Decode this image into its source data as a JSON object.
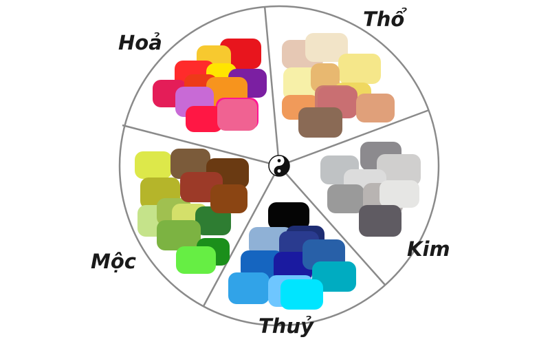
{
  "segments": [
    {
      "label": "Hoả",
      "swatches": [
        "#e8151d",
        "#f7c92f",
        "#ff2b2b",
        "#ffe500",
        "#e41d58",
        "#ed3a18",
        "#7b1fa2",
        "#f7941d",
        "#c86ad6",
        "#ff1493",
        "#ff1744",
        "#f06292"
      ]
    },
    {
      "label": "Thổ",
      "swatches": [
        "#e6c8b4",
        "#f2e4c8",
        "#f7f0a8",
        "#f5e78a",
        "#e8b870",
        "#efd860",
        "#f09a5a",
        "#c97a70",
        "#c96f72",
        "#e0a07a",
        "#8a6a55"
      ]
    },
    {
      "label": "Kim",
      "swatches": [
        "#8c8a8e",
        "#bfc2c4",
        "#d0cfce",
        "#dcdcdc",
        "#9a9a9a",
        "#b8b4b2",
        "#e6e6e4",
        "#5f5b62"
      ]
    },
    {
      "label": "Thuỷ",
      "swatches": [
        "#050505",
        "#8fb1d6",
        "#1e2d73",
        "#2a3b8f",
        "#1565c0",
        "#1a1aa0",
        "#2860a8",
        "#31a3e8",
        "#6ec6ff",
        "#00acc1",
        "#00e5ff"
      ]
    },
    {
      "label": "Mộc",
      "swatches": [
        "#dde84a",
        "#7b5b3a",
        "#6a3a12",
        "#b5b52a",
        "#c5e38a",
        "#a0c050",
        "#d4e06a",
        "#9c3a28",
        "#2e7d32",
        "#8b4513",
        "#7cb342",
        "#1b8f1b",
        "#66ee44"
      ]
    }
  ]
}
